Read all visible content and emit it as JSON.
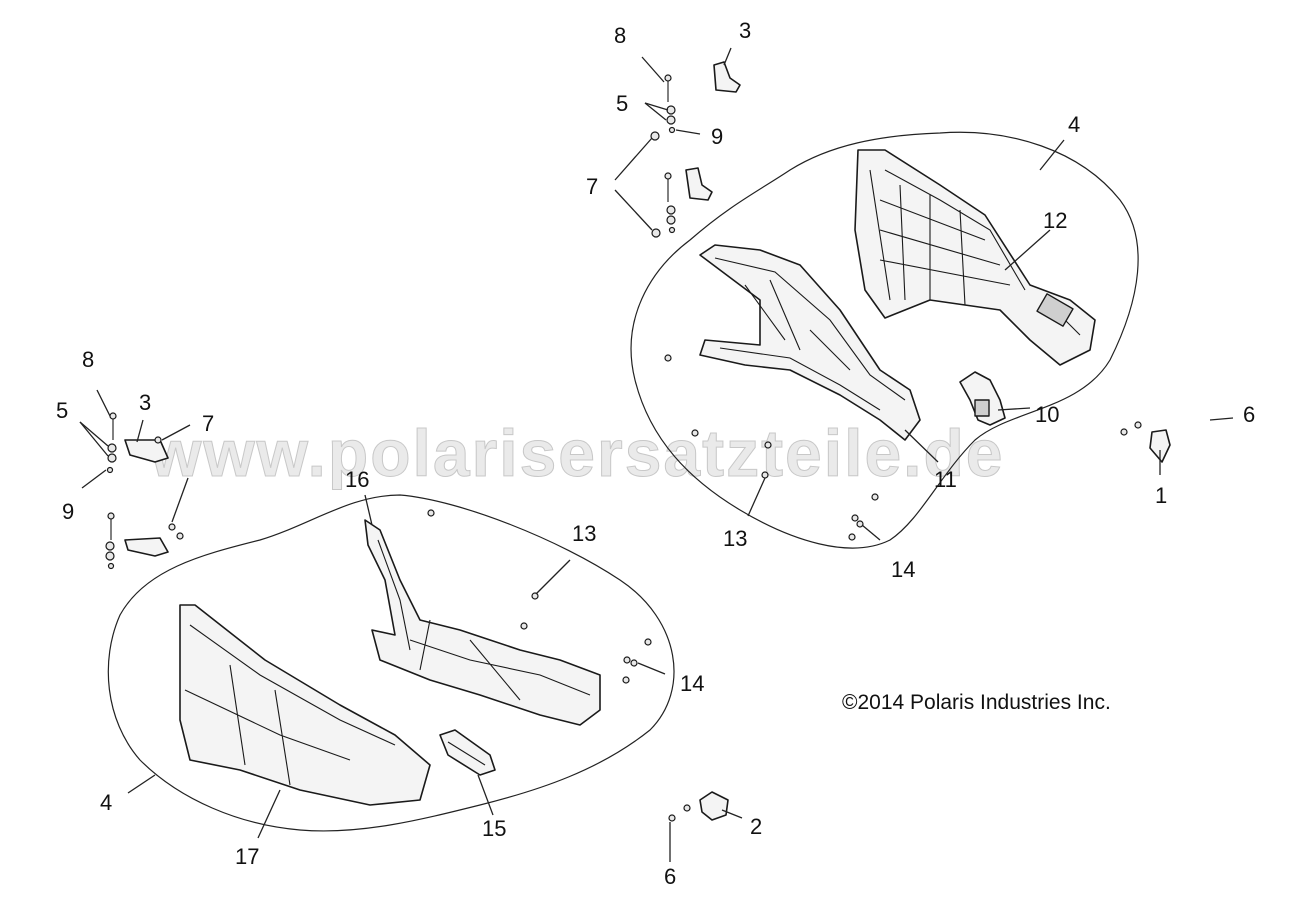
{
  "watermark": "www.polarisersatzteile.de",
  "copyright": "©2014 Polaris Industries Inc.",
  "callouts": {
    "top_8": "8",
    "top_3": "3",
    "top_5": "5",
    "top_9": "9",
    "top_7": "7",
    "right_4": "4",
    "right_12": "12",
    "right_10": "10",
    "right_11": "11",
    "right_13": "13",
    "right_14": "14",
    "right_6": "6",
    "right_1": "1",
    "left_8": "8",
    "left_3": "3",
    "left_5": "5",
    "left_7": "7",
    "left_9": "9",
    "left_16": "16",
    "left_13": "13",
    "left_14": "14",
    "left_4": "4",
    "left_17": "17",
    "left_15": "15",
    "bottom_2": "2",
    "bottom_6": "6"
  }
}
